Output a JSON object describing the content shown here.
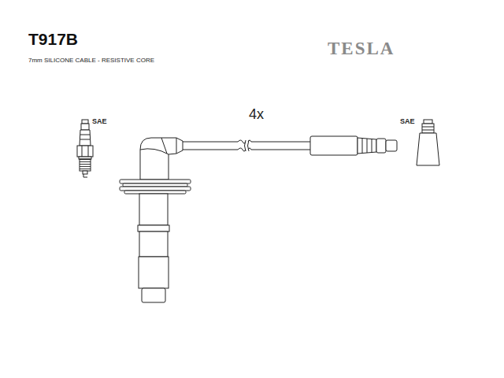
{
  "diagram": {
    "title": "T917B",
    "labels": [
      "7mm SILICONE CABLE - RESISTIVE CORE",
      "TESLA",
      "4x",
      "SAE",
      "SAE"
    ]
  }
}
